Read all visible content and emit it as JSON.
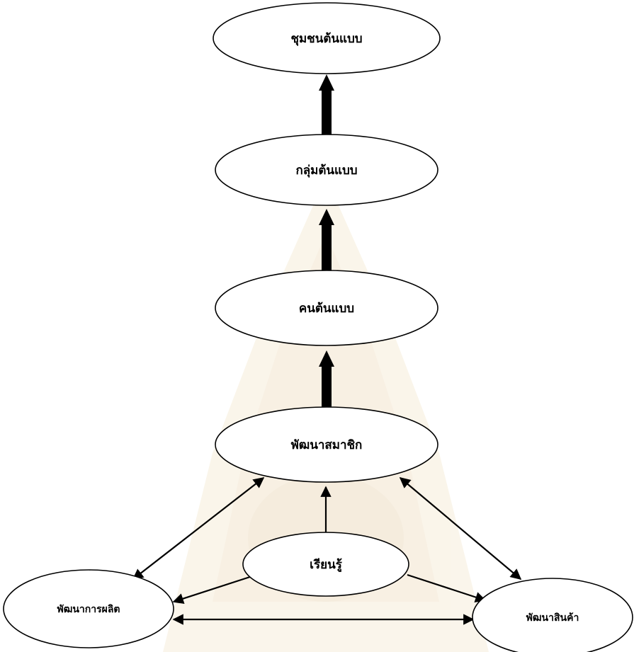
{
  "diagram": {
    "nodes": {
      "community": {
        "label": "ชุมชนต้นแบบ"
      },
      "group": {
        "label": "กลุ่มต้นแบบ"
      },
      "person": {
        "label": "คนต้นแบบ"
      },
      "members": {
        "label": "พัฒนาสมาชิก"
      },
      "learning": {
        "label": "เรียนรู้"
      },
      "production": {
        "label": "พัฒนาการผลิต"
      },
      "product": {
        "label": "พัฒนาสินค้า"
      }
    },
    "edges": [
      {
        "from": "person",
        "to": "group",
        "style": "thick"
      },
      {
        "from": "group",
        "to": "community",
        "style": "thick"
      },
      {
        "from": "members",
        "to": "person",
        "style": "thick"
      },
      {
        "from": "learning",
        "to": "members",
        "style": "thin"
      },
      {
        "from": "learning",
        "to": "production",
        "style": "thin"
      },
      {
        "from": "learning",
        "to": "product",
        "style": "thin"
      },
      {
        "from": "production",
        "to": "members",
        "style": "thin-bidirectional"
      },
      {
        "from": "product",
        "to": "members",
        "style": "thin-bidirectional"
      },
      {
        "from": "production",
        "to": "product",
        "style": "thin-bidirectional"
      }
    ],
    "colors": {
      "stroke": "#000000",
      "fill": "#ffffff",
      "watermark": "#d9b26b"
    }
  }
}
